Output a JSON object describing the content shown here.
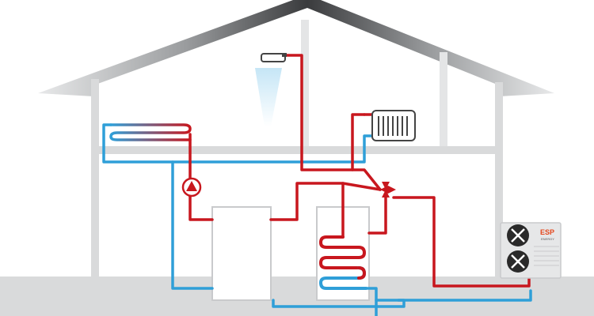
{
  "diagram": {
    "heat_pump": {
      "brand": "ESP",
      "brand_sub": "ENERGY"
    },
    "colors": {
      "hot_pipe": "#c8171e",
      "cold_pipe": "#2f9fd8",
      "wall": "#d9dadb",
      "wall_shadow": "#bfc1c3",
      "roof_dark": "#3a3b3d",
      "unit_body": "#e6e7e8",
      "fan": "#2a2a2a",
      "brand_color": "#e4471c",
      "shower_spray": "#bfe3f5"
    },
    "components": [
      "roof",
      "house-walls",
      "attic-floor",
      "underfloor-heating-loop",
      "radiator",
      "shower-head",
      "circulation-pump",
      "buffer-tank",
      "hot-water-cylinder",
      "cylinder-coil",
      "three-way-valve",
      "outdoor-heat-pump-unit",
      "ground"
    ]
  }
}
